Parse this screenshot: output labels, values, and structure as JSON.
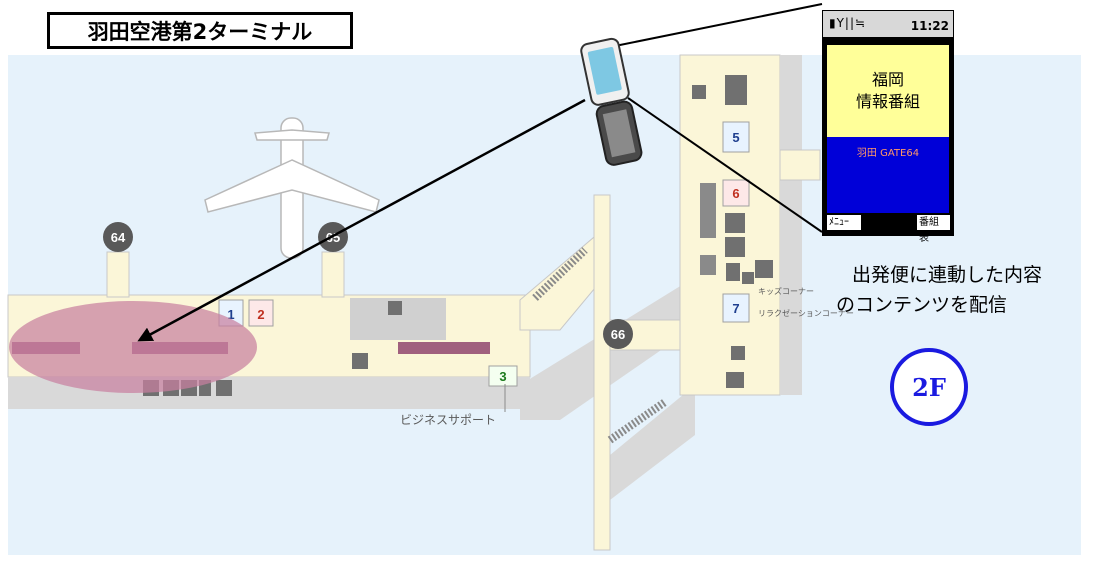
{
  "title": "羽田空港第2ターミナル",
  "phone": {
    "status_signal": "▮Y||≒",
    "status_time": "11:22",
    "content_line1": "福岡",
    "content_line2": "情報番組",
    "gate_text": "羽田 GATE64",
    "softkey_left": "ﾒﾆｭｰ",
    "softkey_right": "番組表"
  },
  "caption": {
    "line1": "出発便に連動した内容",
    "line2": "のコンテンツを配信"
  },
  "floor_badge": "2F",
  "map": {
    "gates": [
      "64",
      "65",
      "66"
    ],
    "areas": [
      "1",
      "2",
      "3",
      "5",
      "6",
      "7"
    ],
    "labels": {
      "business_support": "ビジネスサポート",
      "kids_corner": "キッズコーナー",
      "relax_corner": "リラクゼーションコーナー"
    }
  },
  "colors": {
    "water": "#e6f2fb",
    "terminal": "#fbf6d8",
    "walkway": "#d9d9d9",
    "highlight": "#c77fa0",
    "accent_blue": "#1a1ae0"
  }
}
